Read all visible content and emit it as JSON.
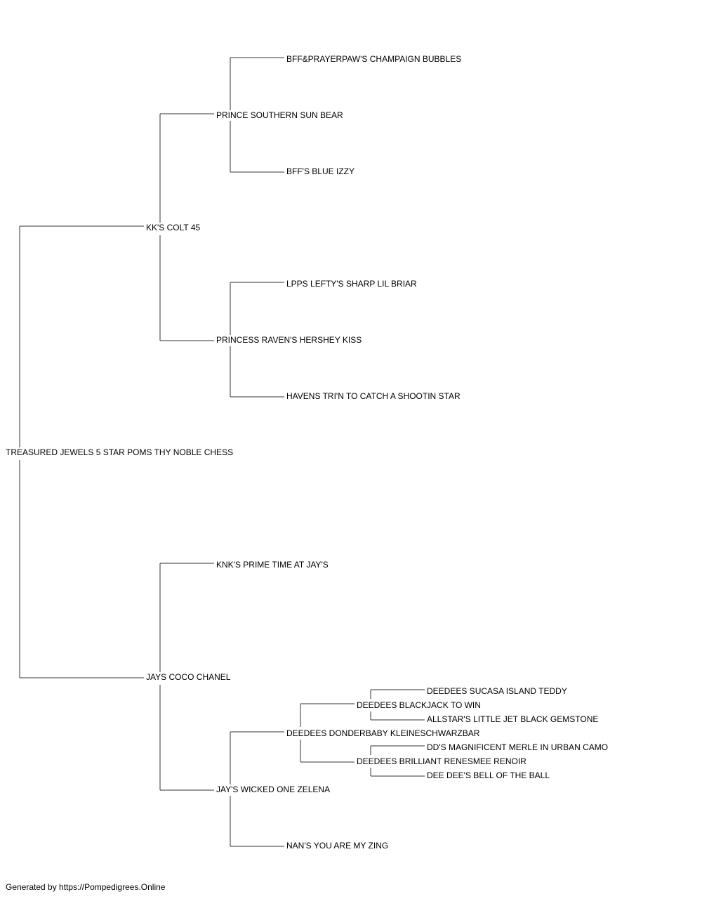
{
  "pedigree": {
    "subject": "TREASURED JEWELS 5 STAR POMS THY NOBLE CHESS",
    "sire": "KK'S COLT 45",
    "sire_sire": "PRINCE SOUTHERN SUN BEAR",
    "sire_sire_sire": "BFF&PRAYERPAW'S CHAMPAIGN BUBBLES",
    "sire_sire_dam": "BFF'S BLUE IZZY",
    "sire_dam": "PRINCESS RAVEN'S HERSHEY KISS",
    "sire_dam_sire": "LPPS LEFTY'S SHARP LIL BRIAR",
    "sire_dam_dam": "HAVENS TRI'N TO CATCH A SHOOTIN STAR",
    "dam": "JAYS COCO CHANEL",
    "dam_sire": "KNK'S PRIME TIME AT JAY'S",
    "dam_dam": "JAY'S WICKED ONE ZELENA",
    "dam_dam_sire": "DEEDEES DONDERBABY KLEINESCHWARZBAR",
    "dam_dam_sire_sire": "DEEDEES BLACKJACK TO WIN",
    "dam_dam_sire_sire_sire": "DEEDEES SUCASA ISLAND TEDDY",
    "dam_dam_sire_sire_dam": "ALLSTAR'S LITTLE JET BLACK GEMSTONE",
    "dam_dam_sire_dam": "DEEDEES BRILLIANT RENESMEE RENOIR",
    "dam_dam_sire_dam_sire": "DD'S MAGNIFICENT MERLE IN URBAN CAMO",
    "dam_dam_sire_dam_dam": "DEE DEE'S BELL OF THE BALL",
    "dam_dam_dam": "NAN'S YOU ARE MY ZING"
  },
  "footer": "Generated by https://Pompedigrees.Online"
}
